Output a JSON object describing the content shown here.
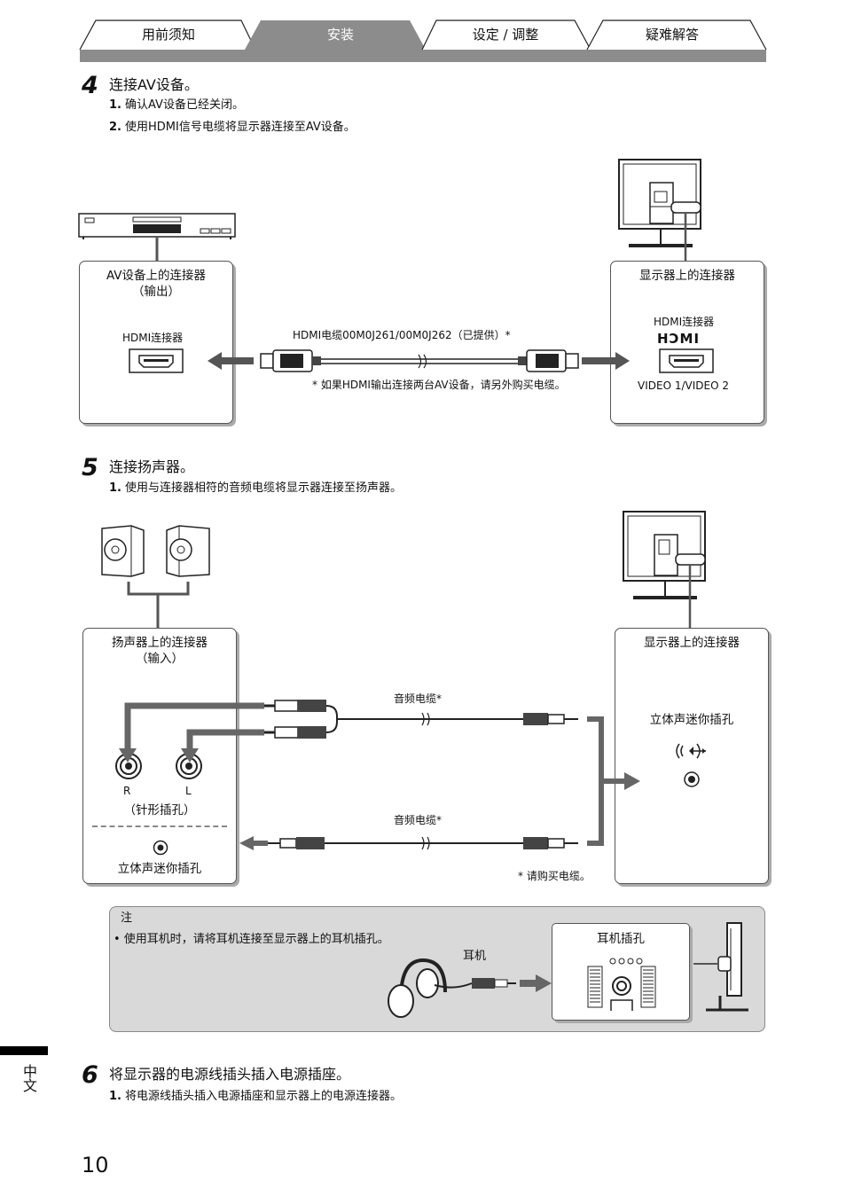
{
  "tabs": [
    {
      "label": "用前须知",
      "active": false
    },
    {
      "label": "安装",
      "active": true
    },
    {
      "label": "设定 / 调整",
      "active": false
    },
    {
      "label": "疑难解答",
      "active": false
    }
  ],
  "step4": {
    "num": "4",
    "title": "连接AV设备。",
    "items": [
      {
        "n": "1.",
        "text": "确认AV设备已经关闭。"
      },
      {
        "n": "2.",
        "text": "使用HDMI信号电缆将显示器连接至AV设备。"
      }
    ],
    "av_box_title_1": "AV设备上的连接器",
    "av_box_title_2": "（输出）",
    "av_hdmi_label": "HDMI连接器",
    "cable_label": "HDMI电缆00M0J261/00M0J262（已提供）*",
    "cable_note": "*  如果HDMI输出连接两台AV设备，请另外购买电缆。",
    "monitor_box_title": "显示器上的连接器",
    "monitor_hdmi_label": "HDMI连接器",
    "hdmi_logo": "HƆMI",
    "video_label": "VIDEO 1/VIDEO 2"
  },
  "step5": {
    "num": "5",
    "title": "连接扬声器。",
    "items": [
      {
        "n": "1.",
        "text": "使用与连接器相符的音频电缆将显示器连接至扬声器。"
      }
    ],
    "spk_box_title_1": "扬声器上的连接器",
    "spk_box_title_2": "（输入）",
    "r_label": "R",
    "l_label": "L",
    "pin_label": "（针形插孔）",
    "mini_label_left": "立体声迷你插孔",
    "audio_cable_1": "音频电缆*",
    "audio_cable_2": "音频电缆*",
    "monitor_box_title": "显示器上的连接器",
    "mini_label_right": "立体声迷你插孔",
    "buy_note": "*  请购买电缆。"
  },
  "note": {
    "heading": "注",
    "text": "• 使用耳机时，请将耳机连接至显示器上的耳机插孔。",
    "headphone_label": "耳机",
    "jack_label": "耳机插孔"
  },
  "step6": {
    "num": "6",
    "title": "将显示器的电源线插头插入电源插座。",
    "items": [
      {
        "n": "1.",
        "text": "将电源线插头插入电源插座和显示器上的电源连接器。"
      }
    ]
  },
  "side_language": "中文",
  "page_number": "10"
}
